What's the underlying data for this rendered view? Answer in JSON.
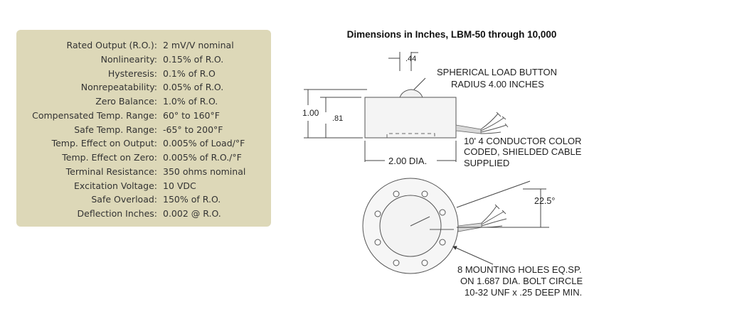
{
  "specs": [
    {
      "label": "Rated Output (R.O.):",
      "value": "2 mV/V nominal"
    },
    {
      "label": "Nonlinearity:",
      "value": "0.15% of R.O."
    },
    {
      "label": "Hysteresis:",
      "value": "0.1% of R.O"
    },
    {
      "label": "Nonrepeatability:",
      "value": "0.05% of R.O."
    },
    {
      "label": "Zero Balance:",
      "value": "1.0% of R.O."
    },
    {
      "label": "Compensated Temp. Range:",
      "value": "60° to 160°F"
    },
    {
      "label": "Safe Temp. Range:",
      "value": "-65° to 200°F"
    },
    {
      "label": "Temp. Effect on Output:",
      "value": "0.005% of Load/°F"
    },
    {
      "label": "Temp. Effect on Zero:",
      "value": "0.005% of R.O./°F"
    },
    {
      "label": "Terminal Resistance:",
      "value": "350 ohms nominal"
    },
    {
      "label": "Excitation Voltage:",
      "value": "10 VDC"
    },
    {
      "label": "Safe Overload:",
      "value": "150% of R.O."
    },
    {
      "label": "Deflection Inches:",
      "value": "0.002 @ R.O."
    }
  ],
  "drawing": {
    "title": "Dimensions in Inches, LBM-50 through 10,000",
    "dim_button": ".44",
    "button_note": [
      "SPHERICAL LOAD BUTTON",
      "RADIUS 4.00 INCHES"
    ],
    "dim_height": "1.00",
    "dim_body": ".81",
    "dim_diameter": "2.00 DIA.",
    "cable_note": [
      "10' 4 CONDUCTOR COLOR",
      "CODED, SHIELDED CABLE",
      "SUPPLIED"
    ],
    "angle": "22.5°",
    "holes_note": [
      "8 MOUNTING HOLES EQ.SP.",
      "ON 1.687 DIA. BOLT CIRCLE",
      "10-32 UNF x .25 DEEP MIN."
    ]
  }
}
